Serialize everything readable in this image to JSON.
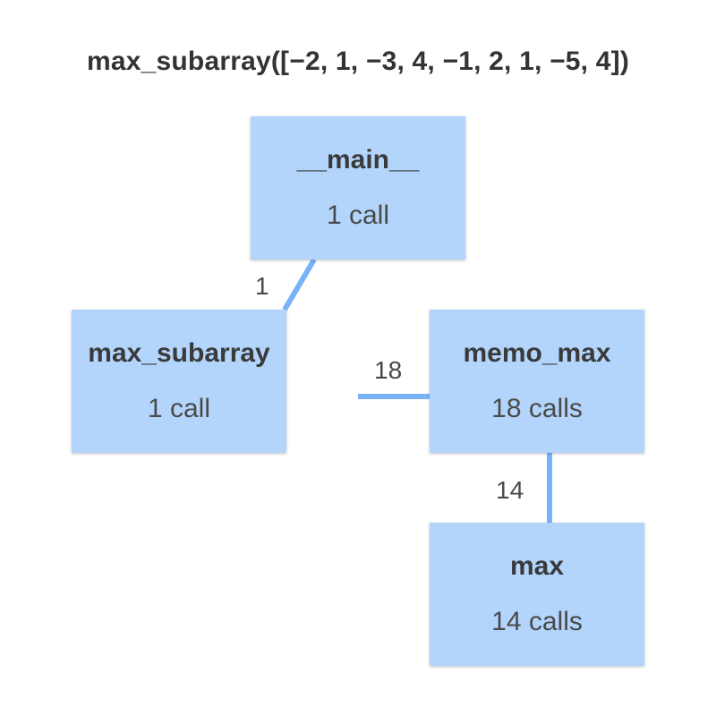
{
  "title": "max_subarray([−2, 1, −3, 4, −1, 2, 1, −5, 4])",
  "colors": {
    "node_fill": "#b3d5fc",
    "edge": "#78b3f8",
    "text": "#3c3c3c"
  },
  "nodes": {
    "main": {
      "name": "__main__",
      "calls": "1 call"
    },
    "max_subarray": {
      "name": "max_subarray",
      "calls": "1 call"
    },
    "memo_max": {
      "name": "memo_max",
      "calls": "18 calls"
    },
    "max": {
      "name": "max",
      "calls": "14 calls"
    }
  },
  "edges": {
    "main_to_max_subarray": {
      "from": "__main__",
      "to": "max_subarray",
      "count": "1"
    },
    "max_subarray_to_memo_max": {
      "from": "max_subarray",
      "to": "memo_max",
      "count": "18"
    },
    "memo_max_to_max": {
      "from": "memo_max",
      "to": "max",
      "count": "14"
    }
  }
}
